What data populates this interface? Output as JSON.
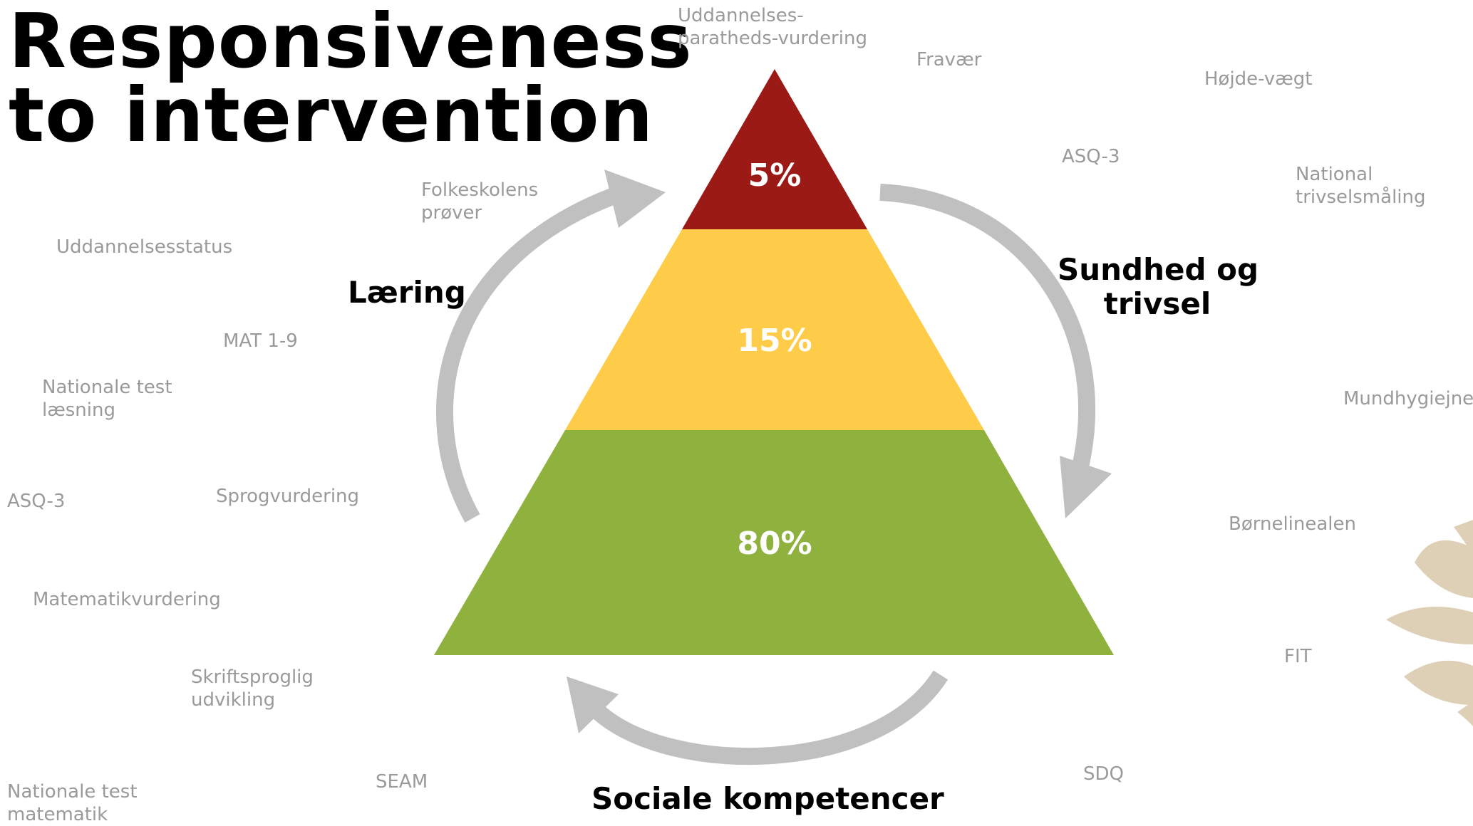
{
  "title": {
    "line1": "Responsiveness",
    "line2": "to intervention"
  },
  "pyramid": {
    "top": {
      "label": "5%",
      "color": "#9b1a16"
    },
    "middle": {
      "label": "15%",
      "color": "#fecc48"
    },
    "bottom": {
      "label": "80%",
      "color": "#8fb13e"
    }
  },
  "cycle_labels": {
    "laering": "Læring",
    "sundhed_line1": "Sundhed og",
    "sundhed_line2": "trivsel",
    "sociale": "Sociale kompetencer"
  },
  "arrow_color": "#c0c0c0",
  "tools": {
    "uddannelses_line1": "Uddannelses-",
    "uddannelses_line2": "paratheds-vurdering",
    "fravaer": "Fravær",
    "hojde": "Højde-vægt",
    "asq3_right": "ASQ-3",
    "national_line1": "National",
    "national_line2": "trivselsmåling",
    "folkeskolens_line1": "Folkeskolens",
    "folkeskolens_line2": "prøver",
    "uddannelsesstatus": "Uddannelsesstatus",
    "mat19": "MAT 1-9",
    "nat_laesning_line1": "Nationale test",
    "nat_laesning_line2": "læsning",
    "mundhygiejne": "Mundhygiejne",
    "asq3_left": "ASQ-3",
    "sprogvurdering": "Sprogvurdering",
    "bornelinealen": "Børnelinealen",
    "matematikvurdering": "Matematikvurdering",
    "fit": "FIT",
    "skrift_line1": "Skriftsproglig",
    "skrift_line2": "udvikling",
    "seam": "SEAM",
    "sdq": "SDQ",
    "nat_mat_line1": "Nationale test",
    "nat_mat_line2": "matematik"
  }
}
